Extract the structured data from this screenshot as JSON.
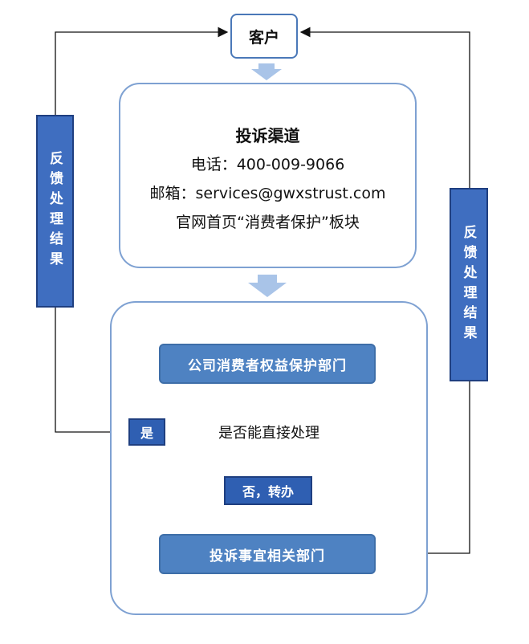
{
  "customer": {
    "label": "客户"
  },
  "channels": {
    "title": "投诉渠道",
    "phone": "电话：400-009-9066",
    "email": "邮箱：services@gwxstrust.com",
    "website": "官网首页“消费者保护”板块"
  },
  "department": {
    "label": "公司消费者权益保护部门"
  },
  "decision": {
    "label": "是否能直接处理"
  },
  "yes_label": "是",
  "no_label": "否，转办",
  "related": {
    "label": "投诉事宜相关部门"
  },
  "feedback_left": "反馈处理结果",
  "feedback_right": "反馈处理结果",
  "colors": {
    "box_blue": "#4e82c2",
    "label_dark_blue": "#2f5fb2",
    "arrow_light": "#a9c4e8",
    "border_light": "#7ea1d2"
  }
}
